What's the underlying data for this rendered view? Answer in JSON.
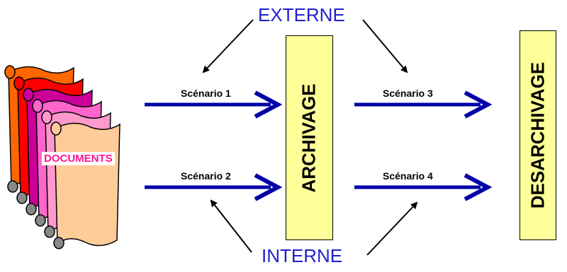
{
  "labels": {
    "externe": "EXTERNE",
    "interne": "INTERNE",
    "documents": "DOCUMENTS",
    "archivage": "ARCHIVAGE",
    "desarchivage": "DESARCHIVAGE"
  },
  "scenarios": [
    "Scénario 1",
    "Scénario 2",
    "Scénario 3",
    "Scénario 4"
  ],
  "colors": {
    "flow_arrow": "#0000a8",
    "label_blue": "#1f1fcc",
    "box_fill": "#ffff99",
    "documents_text": "#ff1493",
    "scroll_colors": [
      "#ff6600",
      "#ff0000",
      "#cc0099",
      "#ff66cc",
      "#ff99cc",
      "#ffcc99"
    ]
  }
}
